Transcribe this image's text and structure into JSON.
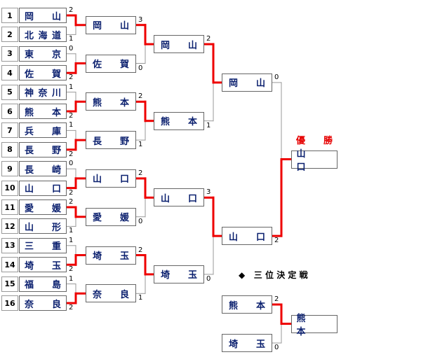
{
  "seeds": [
    {
      "num": "1",
      "name": "岡　山"
    },
    {
      "num": "2",
      "name": "北海道"
    },
    {
      "num": "3",
      "name": "東　京"
    },
    {
      "num": "4",
      "name": "佐　賀"
    },
    {
      "num": "5",
      "name": "神奈川"
    },
    {
      "num": "6",
      "name": "熊　本"
    },
    {
      "num": "7",
      "name": "兵　庫"
    },
    {
      "num": "8",
      "name": "長　野"
    },
    {
      "num": "9",
      "name": "長　崎"
    },
    {
      "num": "10",
      "name": "山　口"
    },
    {
      "num": "11",
      "name": "愛　媛"
    },
    {
      "num": "12",
      "name": "山　形"
    },
    {
      "num": "13",
      "name": "三　重"
    },
    {
      "num": "14",
      "name": "埼　玉"
    },
    {
      "num": "15",
      "name": "福　島"
    },
    {
      "num": "16",
      "name": "奈　良"
    }
  ],
  "round1_scores": [
    [
      "2",
      "1"
    ],
    [
      "0",
      "2"
    ],
    [
      "1",
      "2"
    ],
    [
      "1",
      "2"
    ],
    [
      "0",
      "2"
    ],
    [
      "2",
      "1"
    ],
    [
      "1",
      "2"
    ],
    [
      "1",
      "2"
    ]
  ],
  "round2": [
    {
      "name": "岡　山",
      "top": "3",
      "bottom": "0"
    },
    {
      "name": "佐　賀"
    },
    {
      "name": "熊　本",
      "top": "2",
      "bottom": "1"
    },
    {
      "name": "長　野"
    },
    {
      "name": "山　口",
      "top": "2",
      "bottom": "0"
    },
    {
      "name": "愛　媛"
    },
    {
      "name": "埼　玉",
      "top": "2",
      "bottom": "1"
    },
    {
      "name": "奈　良"
    }
  ],
  "quarterfinal": [
    {
      "name": "岡　山",
      "top": "2",
      "bottom": "1"
    },
    {
      "name": "熊　本"
    },
    {
      "name": "山　口",
      "top": "3",
      "bottom": "0"
    },
    {
      "name": "埼　玉"
    }
  ],
  "semifinal": [
    {
      "name": "岡　山",
      "score": "0"
    },
    {
      "name": "山　口",
      "score": "2"
    }
  ],
  "champion": {
    "label": "優　勝",
    "name": "山　口"
  },
  "third_place": {
    "title": "◆ 三位決定戦",
    "team_a": {
      "name": "熊　本",
      "score": "2"
    },
    "team_b": {
      "name": "埼　玉",
      "score": "0"
    },
    "winner": "熊　本"
  },
  "colors": {
    "win_line": "#ee0000",
    "line": "#999999",
    "team_text": "#0a1f6e",
    "champion_label": "#e60000"
  }
}
